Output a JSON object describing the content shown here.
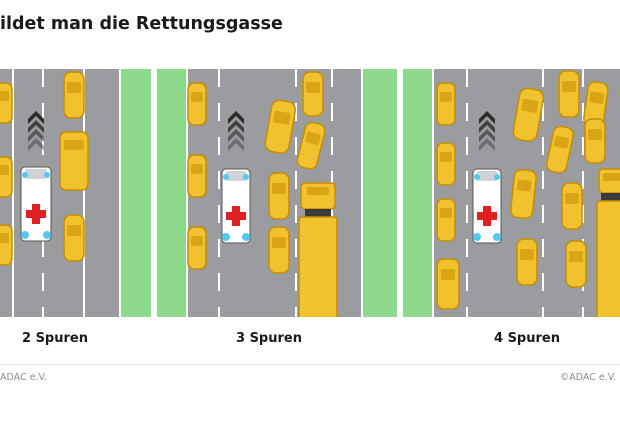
{
  "title": "ildet man die Rettungsgasse",
  "panels": [
    {
      "caption": "2 Spuren"
    },
    {
      "caption": "3 Spuren"
    },
    {
      "caption": "4 Spuren"
    }
  ],
  "credits": {
    "left": "ADAC e.V.",
    "right": "©ADAC e.V."
  },
  "colors": {
    "road": "#9a9ca0",
    "shoulder": "#8cd98c",
    "car": "#f2c12e",
    "car_outline": "#c38e05",
    "ambulance": "#ffffff",
    "cross": "#e02020",
    "light": "#55c8f0",
    "chevron": "#2b2b2b"
  }
}
